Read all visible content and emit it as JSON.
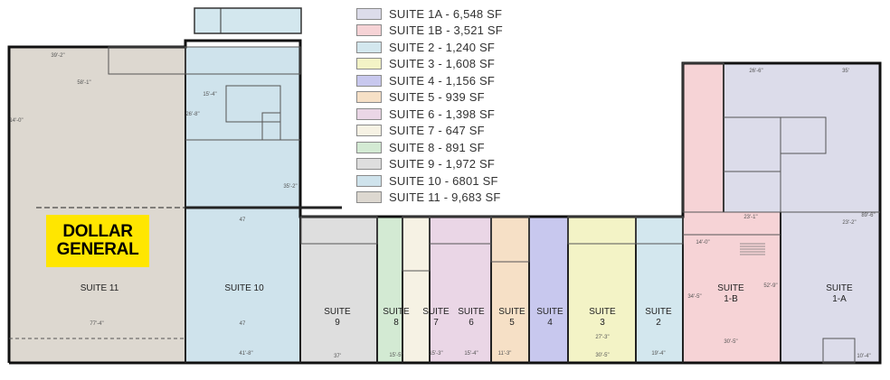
{
  "legend": [
    {
      "label": "SUITE 1A - 6,548 SF",
      "color": "#dcdcea"
    },
    {
      "label": "SUITE 1B - 3,521 SF",
      "color": "#f6d3d6"
    },
    {
      "label": "SUITE 2 - 1,240 SF",
      "color": "#d3e7ee"
    },
    {
      "label": "SUITE 3 - 1,608 SF",
      "color": "#f3f3c6"
    },
    {
      "label": "SUITE 4 - 1,156 SF",
      "color": "#c8c8ee"
    },
    {
      "label": "SUITE 5 - 939 SF",
      "color": "#f6e0c6"
    },
    {
      "label": "SUITE 6 - 1,398 SF",
      "color": "#ead6e6"
    },
    {
      "label": "SUITE 7 - 647 SF",
      "color": "#f6f2e4"
    },
    {
      "label": "SUITE 8 - 891 SF",
      "color": "#d3ead3"
    },
    {
      "label": "SUITE 9 - 1,972 SF",
      "color": "#dedede"
    },
    {
      "label": "SUITE 10 - 6801 SF",
      "color": "#cfe3ec"
    },
    {
      "label": "SUITE 11 - 9,683 SF",
      "color": "#ddd8d0"
    }
  ],
  "logo": {
    "line1": "DOLLAR",
    "line2": "GENERAL",
    "color": "#ffe600"
  },
  "suites": {
    "s11": {
      "lines": [
        "SUITE 11"
      ]
    },
    "s10": {
      "lines": [
        "SUITE 10"
      ]
    },
    "s9": {
      "lines": [
        "SUITE",
        "9"
      ]
    },
    "s8": {
      "lines": [
        "SUITE",
        "8"
      ]
    },
    "s7": {
      "lines": [
        "SUITE",
        "7"
      ]
    },
    "s6": {
      "lines": [
        "SUITE",
        "6"
      ]
    },
    "s5": {
      "lines": [
        "SUITE",
        "5"
      ]
    },
    "s4": {
      "lines": [
        "SUITE",
        "4"
      ]
    },
    "s3": {
      "lines": [
        "SUITE",
        "3"
      ]
    },
    "s2": {
      "lines": [
        "SUITE",
        "2"
      ]
    },
    "s1b": {
      "lines": [
        "SUITE",
        "1-B"
      ]
    },
    "s1a": {
      "lines": [
        "SUITE",
        "1-A"
      ]
    }
  },
  "dimensions": {
    "d1": "39'-2\"",
    "d2": "58'-1\"",
    "d3": "14'-0\"",
    "d4": "77'-4\"",
    "d5": "26'-8\"",
    "d6": "15'-4\"",
    "d7": "47",
    "d8": "47",
    "d9": "41'-8\"",
    "d10": "37'",
    "d11": "15'-5\"",
    "d12": "15'-3\"",
    "d13": "15'-4\"",
    "d14": "11'-3\"",
    "d15": "27'-3\"",
    "d16": "19'-4\"",
    "d17": "30'-5\"",
    "d18": "10'-4\"",
    "d19": "26'-6\"",
    "d20": "35'",
    "d21": "23'-1\"",
    "d22": "23'-2\"",
    "d23": "35'-2\"",
    "d24": "30'-5\"",
    "d25": "14'-0\"",
    "d26": "34'-5\"",
    "d27": "52'-9\"",
    "d28": "89'-6\""
  }
}
